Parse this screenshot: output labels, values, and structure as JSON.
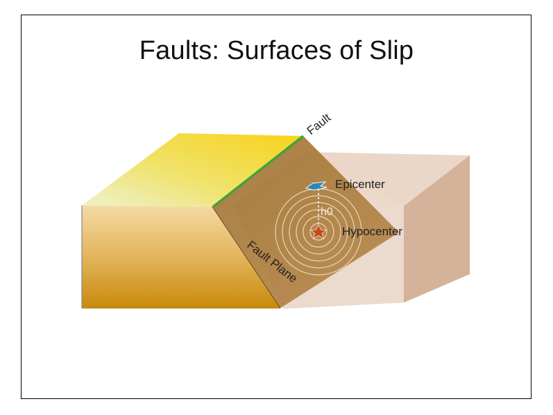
{
  "slide": {
    "title": "Faults: Surfaces of Slip"
  },
  "diagram": {
    "labels": {
      "fault": "Fault",
      "epicenter": "Epicenter",
      "depth": "h0",
      "hypocenter": "Hypocenter",
      "fault_plane": "Fault Plane"
    },
    "colors": {
      "fault_trace": "#3fa535",
      "hypocenter_star": "#c44a1a",
      "epicenter_marker": "#2e86b5",
      "footwall_top_start": "#f6d51c",
      "footwall_top_end": "#eef0c2",
      "footwall_front_top": "#f2d89a",
      "footwall_front_bottom": "#c98c10",
      "hanging_wall": "#e8cfbd"
    }
  }
}
